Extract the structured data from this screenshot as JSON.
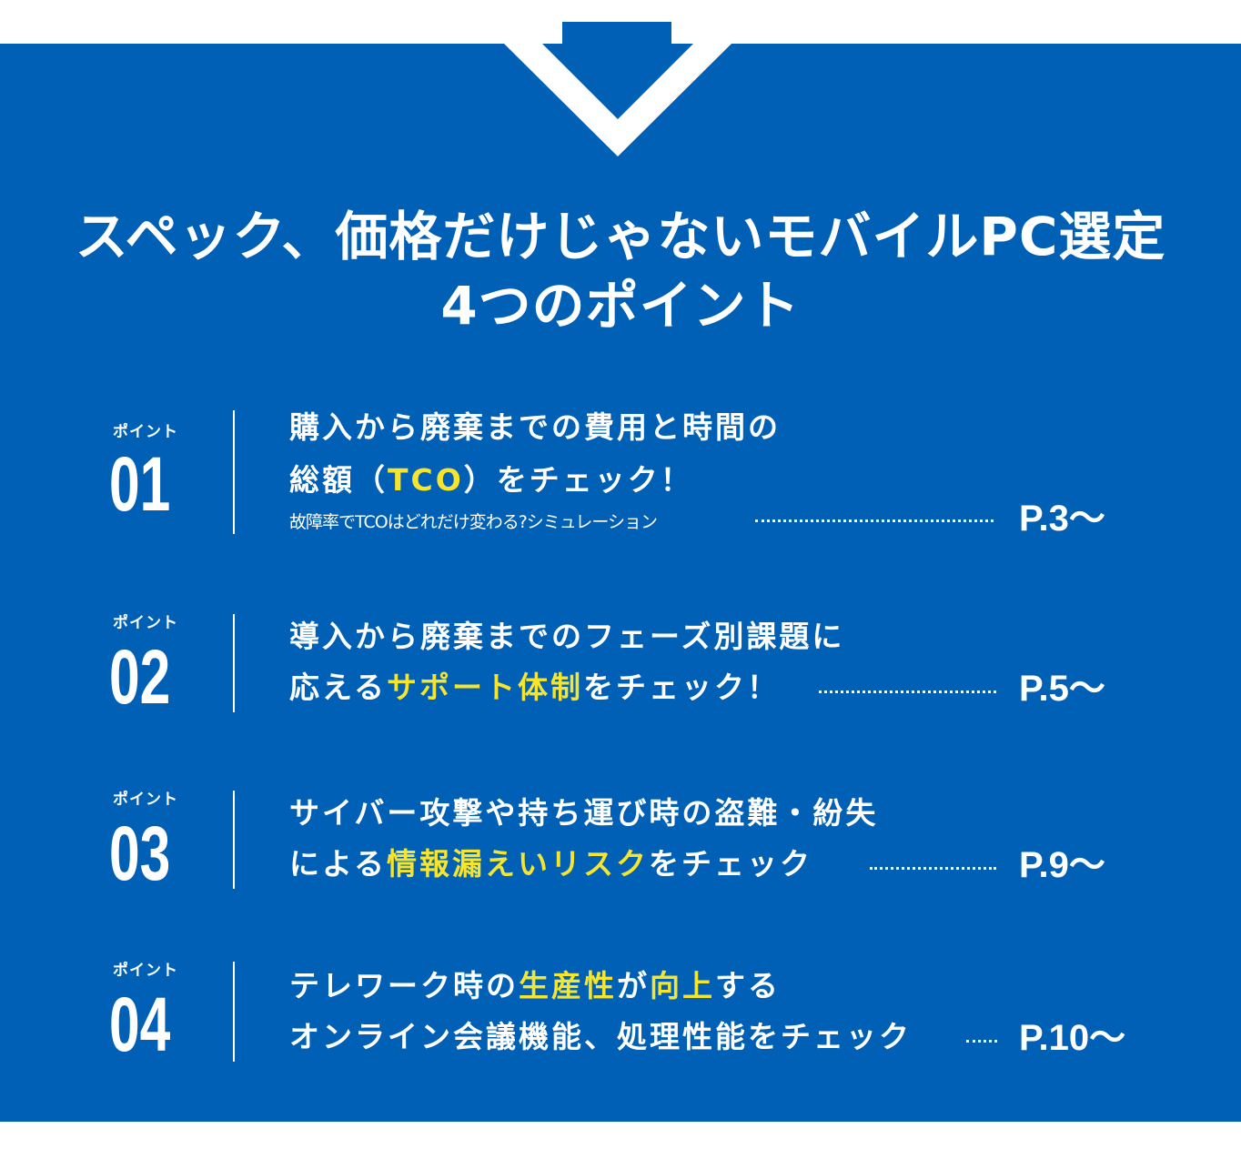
{
  "colors": {
    "panel": "#0060b6",
    "highlight": "#f6e52c",
    "text": "#ffffff"
  },
  "icons": {
    "header_arrow": "down-arrow-icon"
  },
  "title": {
    "line1": "スペック、価格だけじゃないモバイルPC選定",
    "line2": "4つのポイント"
  },
  "points": [
    {
      "label": "ポイント",
      "number": "01",
      "line1": "購入から廃棄までの費用と時間の",
      "line2_pre": "総額（",
      "line2_hl": "TCO",
      "line2_post": "）をチェック！",
      "note": "故障率でTCOはどれだけ変わる?シミュレーション",
      "page": "P.3〜"
    },
    {
      "label": "ポイント",
      "number": "02",
      "line1": "導入から廃棄までのフェーズ別課題に",
      "line2_pre": "応える",
      "line2_hl": "サポート体制",
      "line2_post": "をチェック！",
      "page": "P.5〜"
    },
    {
      "label": "ポイント",
      "number": "03",
      "line1": "サイバー攻撃や持ち運び時の盗難・紛失",
      "line2_pre": "による",
      "line2_hl": "情報漏えいリスク",
      "line2_post": "をチェック",
      "page": "P.9〜"
    },
    {
      "label": "ポイント",
      "number": "04",
      "line1_pre": "テレワーク時の",
      "line1_hl1": "生産性",
      "line1_mid": "が",
      "line1_hl2": "向上",
      "line1_post": "する",
      "line2": "オンライン会議機能、処理性能をチェック",
      "page": "P.10〜"
    }
  ]
}
